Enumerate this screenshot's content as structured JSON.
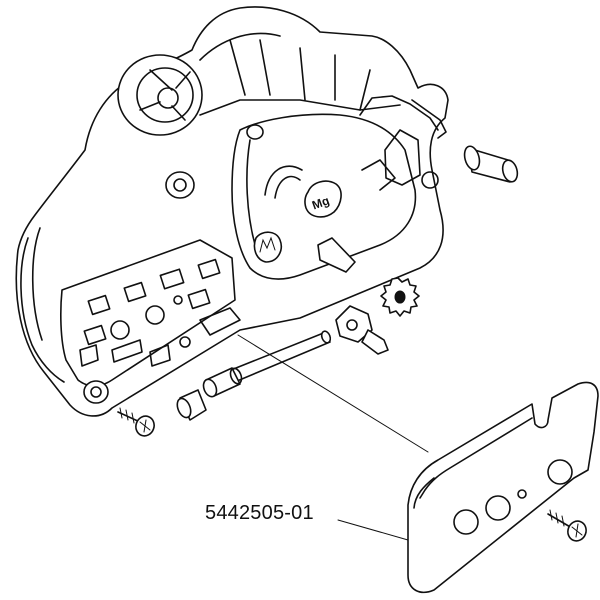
{
  "callouts": [
    {
      "part_number": "5442505-01"
    }
  ],
  "components": {
    "housing": "clutch-cover-housing",
    "plate": "cover-plate",
    "pin": "guide-pin",
    "bolt": "mounting-bolt",
    "shaft": "tensioner-shaft",
    "nut": "tensioner-nut",
    "gear": "tensioner-gear",
    "screws": [
      "screw-left",
      "screw-right"
    ]
  },
  "colors": {
    "line": "#111111",
    "background": "#ffffff"
  }
}
